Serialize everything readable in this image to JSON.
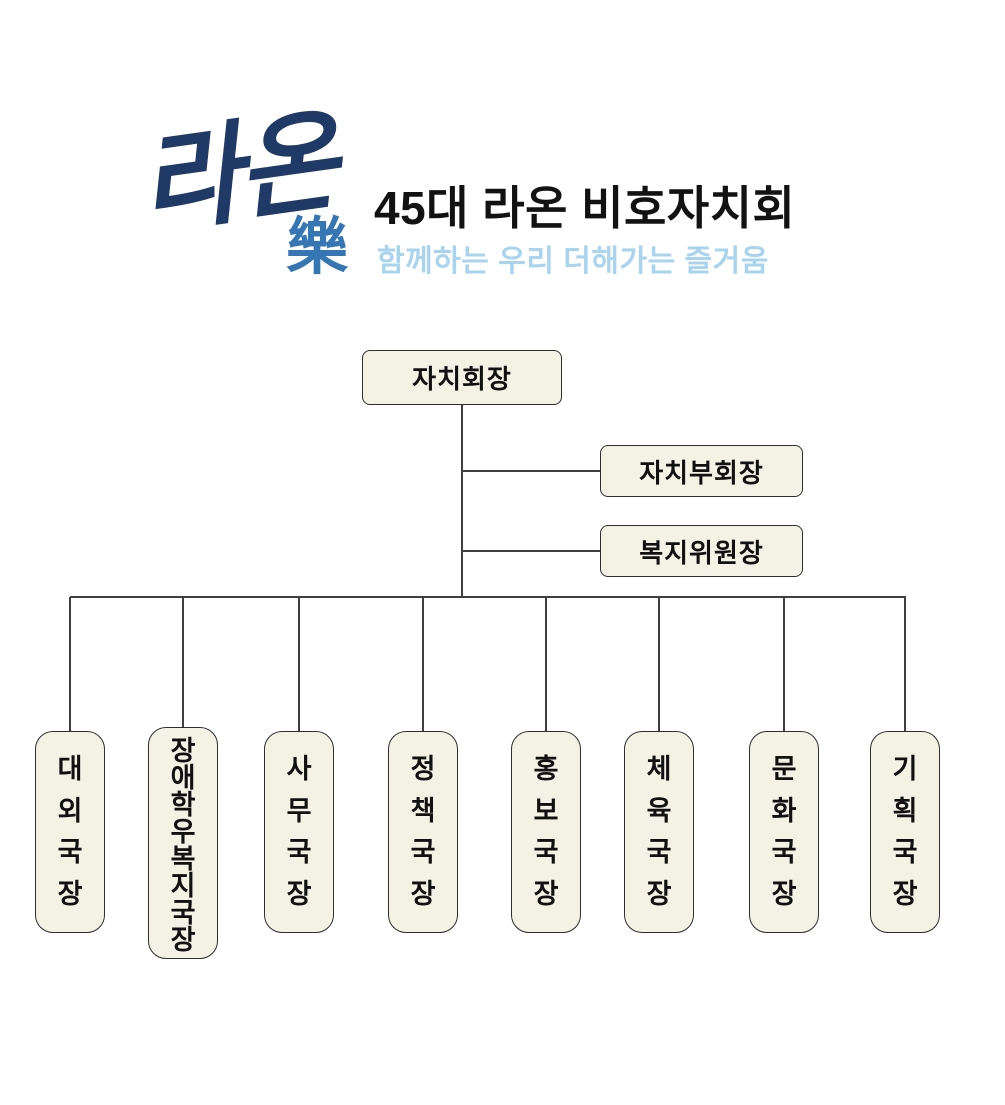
{
  "page": {
    "background": "#ffffff"
  },
  "header": {
    "logo": {
      "calligraphy": "라온",
      "hanja": "樂",
      "calligraphy_color": "#1f3a66",
      "hanja_color": "#3577b4"
    },
    "title": "45대 라온 비호자치회",
    "subtitle": "함께하는 우리 더해가는 즐거움",
    "title_color": "#121212",
    "subtitle_color": "#a9d4ef"
  },
  "org_chart": {
    "type": "org-tree",
    "root": {
      "label": "자치회장"
    },
    "assistants": [
      {
        "label": "자치부회장"
      },
      {
        "label": "복지위원장"
      }
    ],
    "departments": [
      {
        "label": "대외국장"
      },
      {
        "label": "장애학우복지국장"
      },
      {
        "label": "사무국장"
      },
      {
        "label": "정책국장"
      },
      {
        "label": "홍보국장"
      },
      {
        "label": "체육국장"
      },
      {
        "label": "문화국장"
      },
      {
        "label": "기획국장"
      }
    ],
    "colors": {
      "box_fill": "#f4f1e5",
      "box_border": "#2e2e2e",
      "line": "#3f3f3f"
    }
  }
}
